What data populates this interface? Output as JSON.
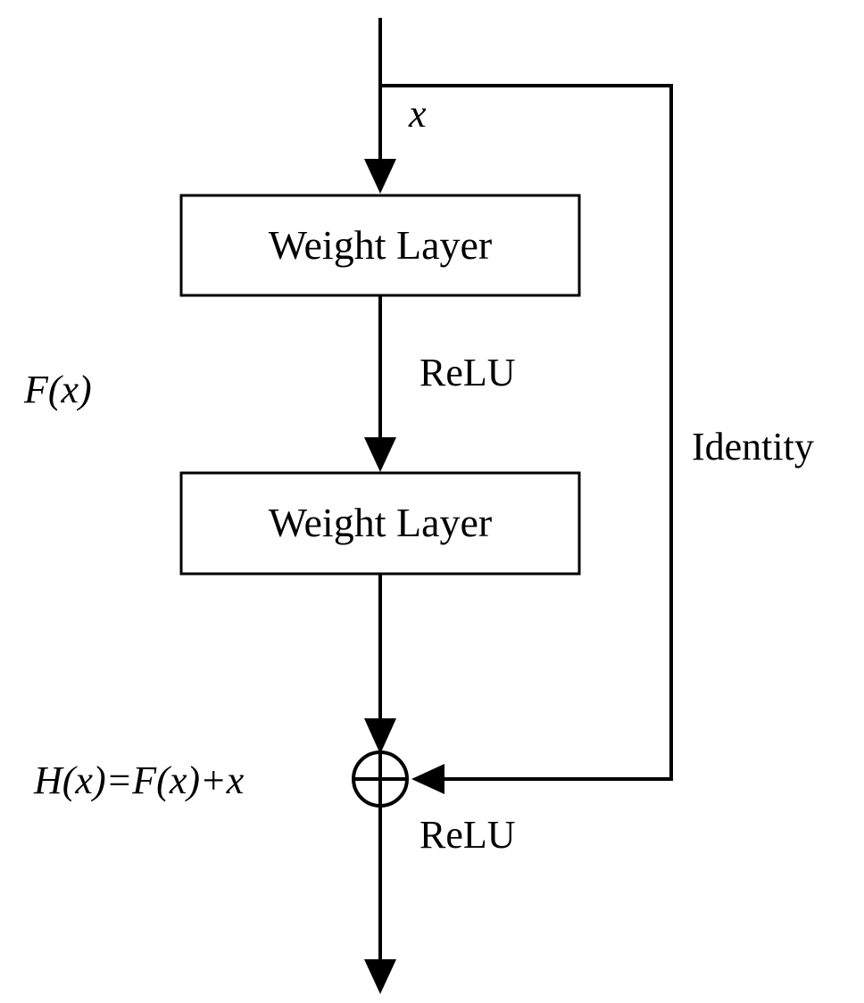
{
  "diagram": {
    "input_label": "x",
    "block1": {
      "label": "Weight Layer"
    },
    "activation1": "ReLU",
    "residual_label": "F(x)",
    "block2": {
      "label": "Weight Layer"
    },
    "shortcut_label": "Identity",
    "output_equation": "H(x)=F(x)+x",
    "activation2": "ReLU",
    "sum_symbol": "⊕"
  }
}
